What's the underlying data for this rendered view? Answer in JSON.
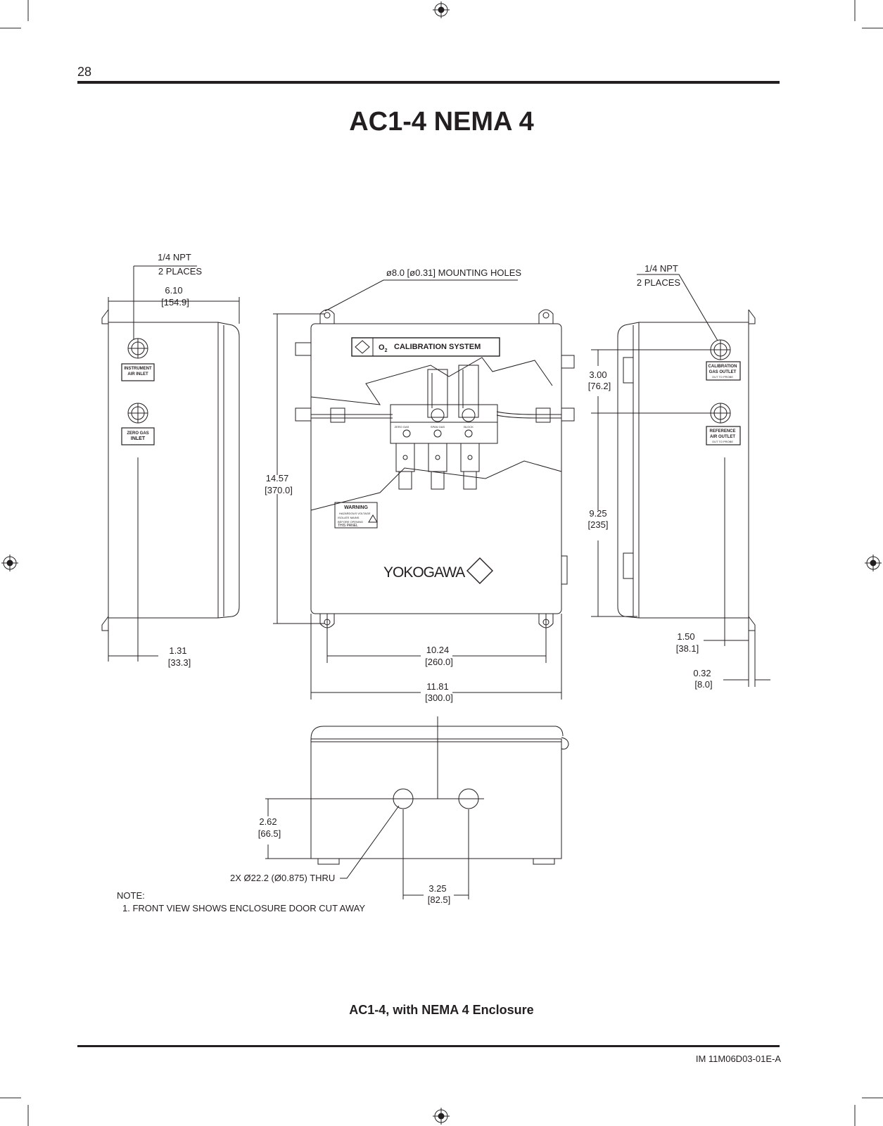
{
  "page": {
    "number": "28",
    "title": "AC1-4 NEMA 4",
    "caption": "AC1-4, with NEMA 4 Enclosure",
    "doc_id": "IM 11M06D03-01E-A"
  },
  "drawing": {
    "callouts": {
      "npt_left_1": "1/4 NPT",
      "npt_left_2": "2 PLACES",
      "npt_right_1": "1/4 NPT",
      "npt_right_2": "2 PLACES",
      "mounting_holes": "ø8.0 [ø0.31] MOUNTING HOLES",
      "thru_holes": "2X Ø22.2 (Ø0.875) THRU"
    },
    "dimensions": {
      "depth_1": "6.10",
      "depth_2": "[154.9]",
      "height_1": "14.57",
      "height_2": "[370.0]",
      "offset_left_1": "1.31",
      "offset_left_2": "[33.3]",
      "mount_width_1": "10.24",
      "mount_width_2": "[260.0]",
      "overall_width_1": "11.81",
      "overall_width_2": "[300.0]",
      "port_spacing_1": "3.00",
      "port_spacing_2": "[76.2]",
      "port_bottom_1": "9.25",
      "port_bottom_2": "[235]",
      "offset_right_1": "1.50",
      "offset_right_2": "[38.1]",
      "flange_1": "0.32",
      "flange_2": "[8.0]",
      "hole_height_1": "2.62",
      "hole_height_2": "[66.5]",
      "hole_spacing_1": "3.25",
      "hole_spacing_2": "[82.5]"
    },
    "labels": {
      "instrument_air_1": "INSTRUMENT",
      "instrument_air_2": "AIR INLET",
      "zero_gas_1": "ZERO GAS",
      "zero_gas_2": "INLET",
      "cal_outlet_1": "CALIBRATION",
      "cal_outlet_2": "GAS OUTLET",
      "cal_outlet_3": "OUT TO PROBE",
      "ref_outlet_1": "REFERENCE",
      "ref_outlet_2": "AIR OUTLET",
      "ref_outlet_3": "OUT TO PROBE",
      "panel_name": "CALIBRATION SYSTEM",
      "o2": "O",
      "o2_sub": "2",
      "warning": "WARNING",
      "warning_1": "HAZARDOUS VOLTAGE",
      "warning_2": "ISOLATE MAINS",
      "warning_3": "BEFORE OPENING",
      "warning_4": "THIS PANEL",
      "brand": "YOKOGAWA",
      "zero_gas": "ZERO GAS",
      "span_gas": "SPAN GAS",
      "block": "BLOCK"
    },
    "note": {
      "heading": "NOTE:",
      "line1": "1. FRONT VIEW SHOWS ENCLOSURE DOOR CUT AWAY"
    }
  },
  "colors": {
    "ink": "#231f20",
    "paper": "#ffffff"
  }
}
